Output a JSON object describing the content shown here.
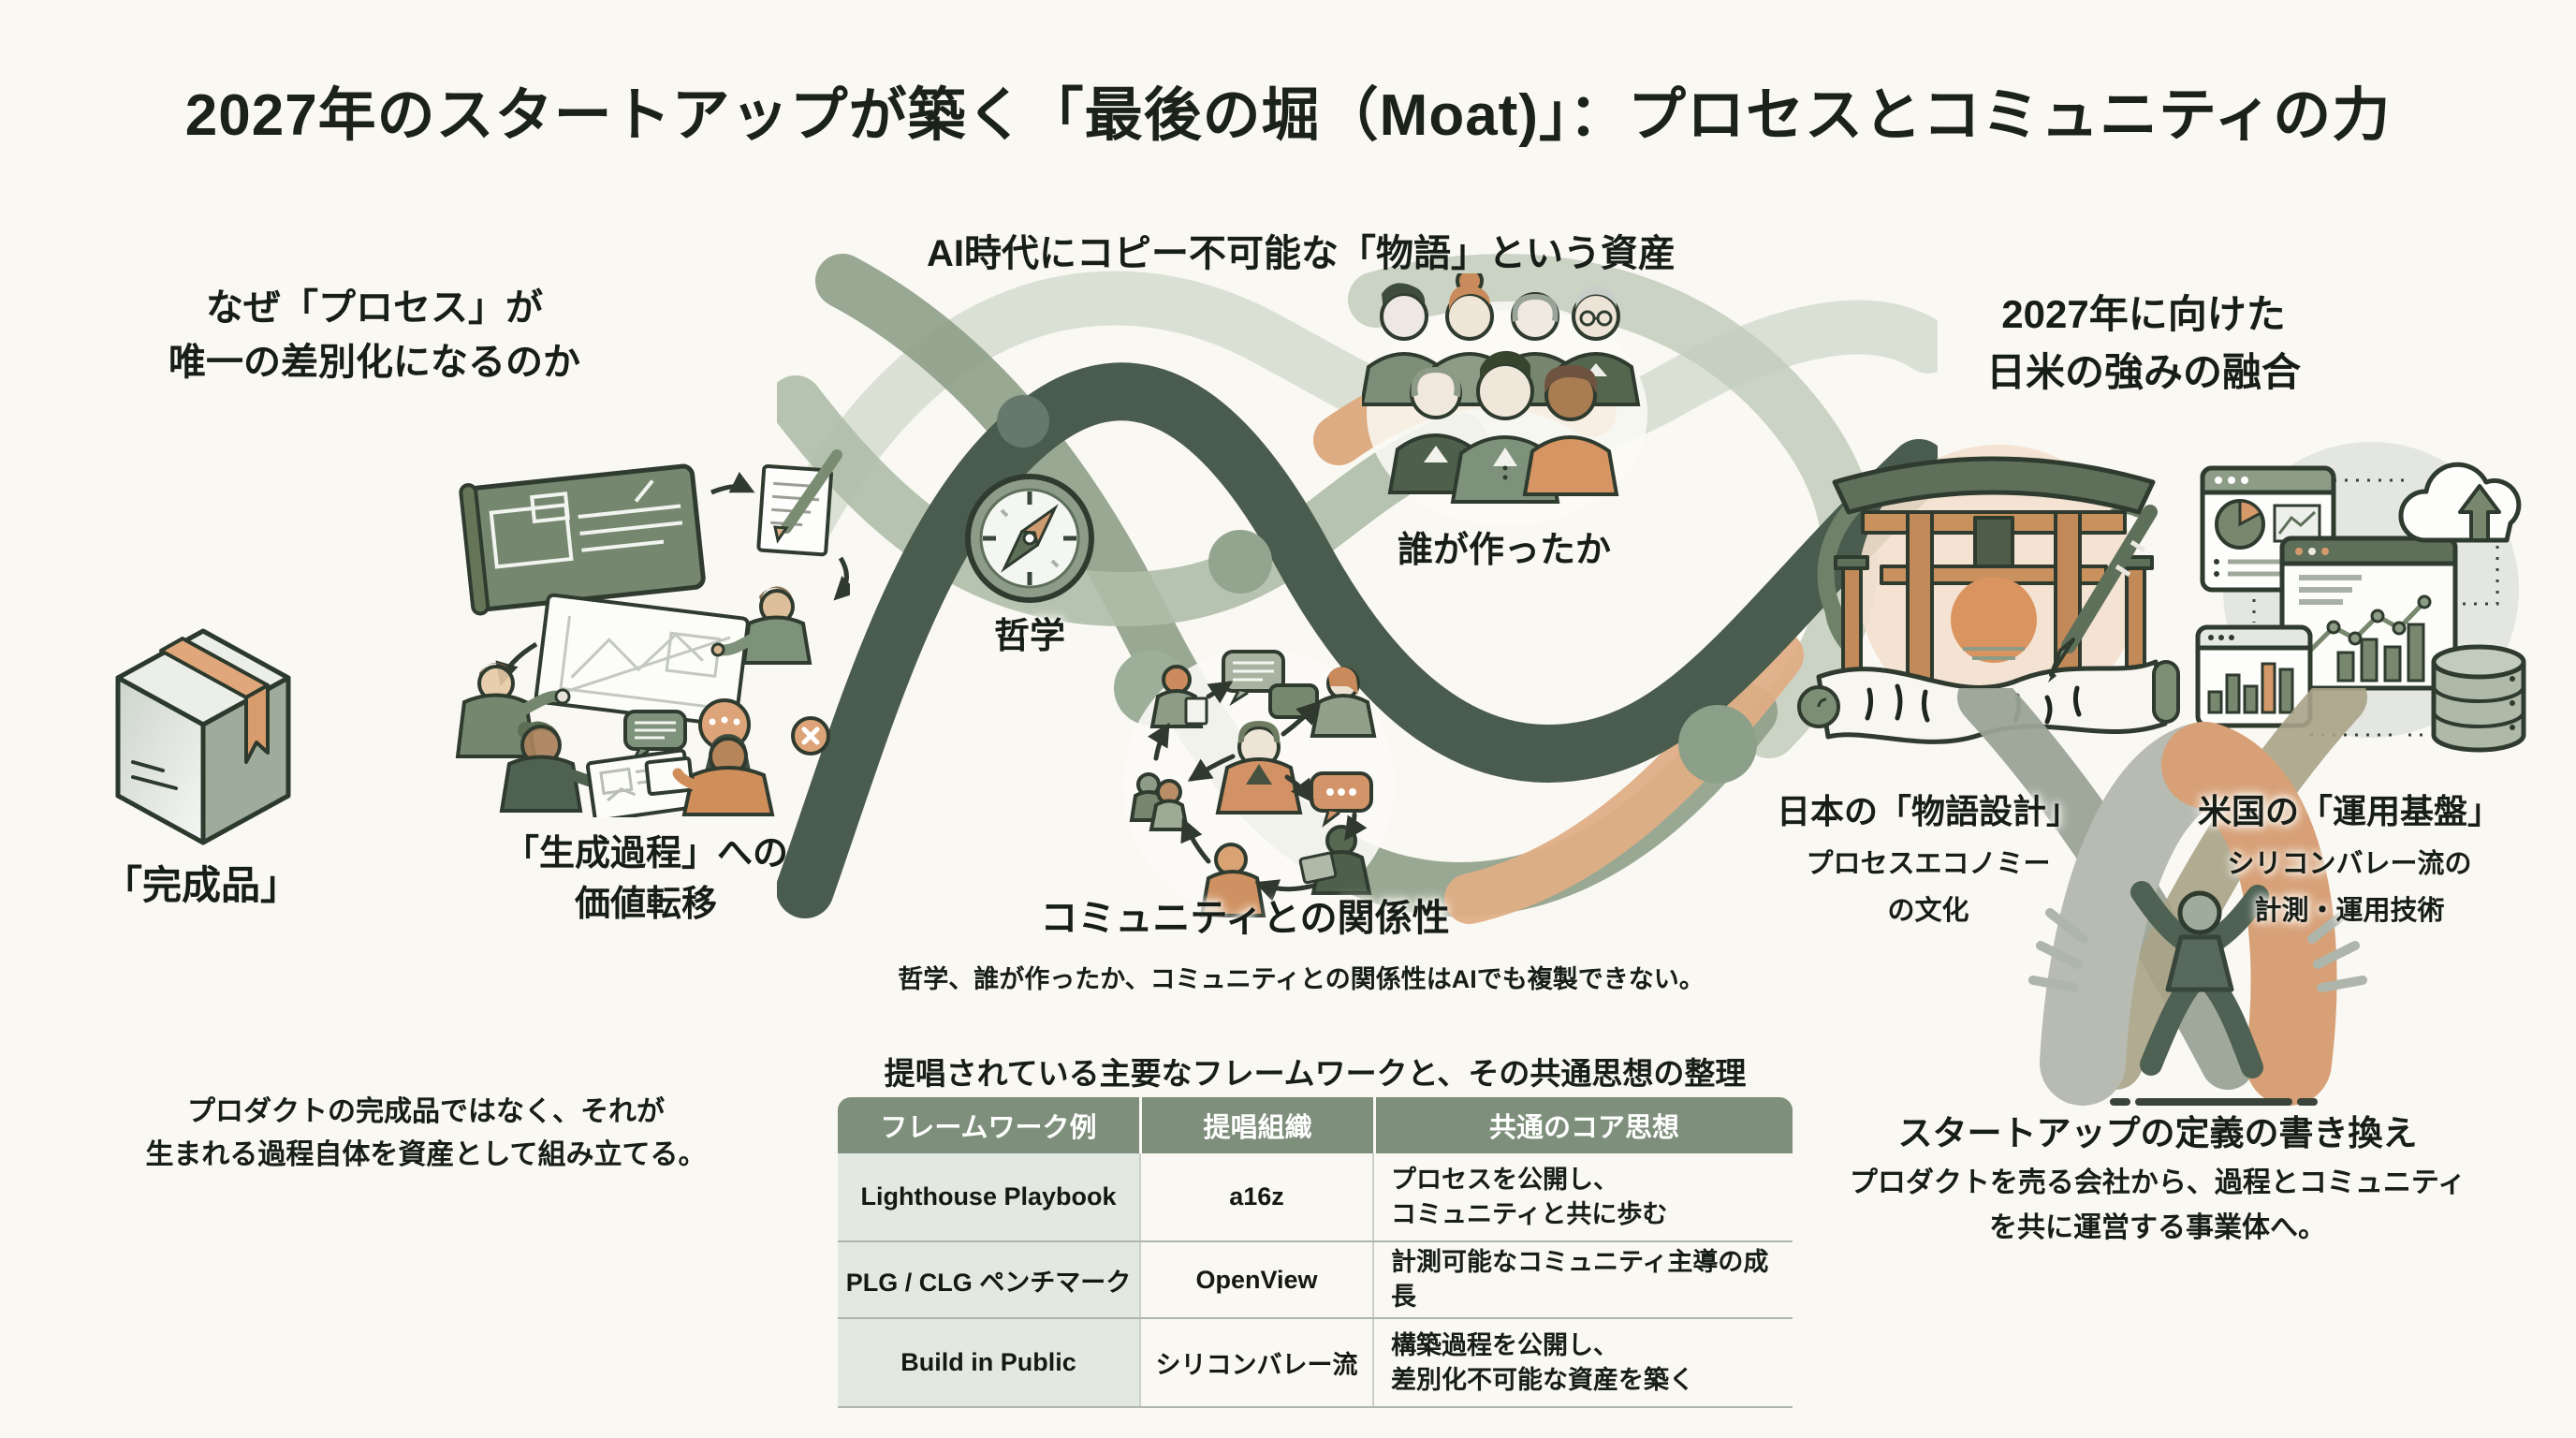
{
  "page": {
    "title": "2027年のスタートアップが築く「最後の堀（Moat)」：プロセスとコミュニティの力",
    "subtitle": "AI時代にコピー不可能な「物語」という資産"
  },
  "left_section": {
    "heading_line1": "なぜ「プロセス」が",
    "heading_line2": "唯一の差別化になるのか",
    "finished_product_label": "「完成品」",
    "process_label_line1": "「生成過程」への",
    "process_label_line2": "価値転移",
    "note_line1": "プロダクトの完成品ではなく、それが",
    "note_line2": "生まれる過程自体を資産として組み立てる。"
  },
  "center_section": {
    "philosophy_label": "哲学",
    "creator_label": "誰が作ったか",
    "community_label": "コミュニティとの関係性",
    "note": "哲学、誰が作ったか、コミュニティとの関係性はAIでも複製できない。"
  },
  "framework_table": {
    "title": "提唱されている主要なフレームワークと、その共通思想の整理",
    "headers": [
      "フレームワーク例",
      "提唱組織",
      "共通のコア思想"
    ],
    "rows": [
      {
        "framework": "Lighthouse Playbook",
        "org": "a16z",
        "idea_line1": "プロセスを公開し、",
        "idea_line2": "コミュニティと共に歩む"
      },
      {
        "framework": "PLG / CLG ペンチマーク",
        "org": "OpenView",
        "idea_line1": "計測可能なコミュニティ主導の成長",
        "idea_line2": ""
      },
      {
        "framework": "Build in Public",
        "org": "シリコンバレー流",
        "idea_line1": "構築過程を公開し、",
        "idea_line2": "差別化不可能な資産を築く"
      }
    ]
  },
  "right_section": {
    "heading_line1": "2027年に向けた",
    "heading_line2": "日米の強みの融合",
    "japan_label": "日本の「物語設計」",
    "japan_sub_line1": "プロセスエコノミー",
    "japan_sub_line2": "の文化",
    "us_label": "米国の「運用基盤」",
    "us_sub_line1": "シリコンバレー流の",
    "us_sub_line2": "計測・運用技術",
    "redefine_label": "スタートアップの定義の書き換え",
    "redefine_note_line1": "プロダクトを売る会社から、過程とコミュニティ",
    "redefine_note_line2": "を共に運営する事業体へ。"
  },
  "colors": {
    "background": "#FAF8F2",
    "ink": "#171D17",
    "deep_green": "#4A5C4D",
    "sage": "#8E9F88",
    "pale_sage": "#D8DFD2",
    "accent_orange": "#D79A6C",
    "table_header_green": "#7E8F7B",
    "table_first_col_bg": "#E3E8E0"
  },
  "graphics": {
    "package_box": "package-box-icon",
    "blueprint_sketch": "blueprint-sketch-icon",
    "weave_ribbon": "weave-ribbon-graphic",
    "compass": "compass-icon",
    "people_group": "people-group-icon",
    "community_network": "community-network-icon",
    "torii_scroll": "torii-scroll-icon",
    "analytics_dashboard": "analytics-dashboard-icon",
    "cross_ribbon": "cross-ribbon-graphic",
    "cheering_figure": "cheering-figure-icon"
  }
}
